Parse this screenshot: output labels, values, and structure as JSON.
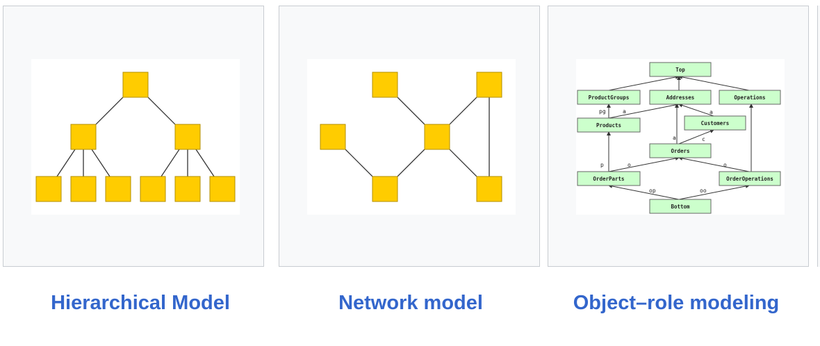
{
  "colors": {
    "node_fill": "#ffcc00",
    "orm_fill": "#ccffcc",
    "link": "#3366cc"
  },
  "panels": [
    {
      "caption": "Hierarchical Model"
    },
    {
      "caption": "Network model"
    },
    {
      "caption": "Object–role modeling"
    }
  ],
  "orm": {
    "nodes": {
      "top": "Top",
      "product_groups": "ProductGroups",
      "addresses": "Addresses",
      "operations": "Operations",
      "products": "Products",
      "customers": "Customers",
      "orders": "Orders",
      "order_parts": "OrderParts",
      "order_operations": "OrderOperations",
      "bottom": "Bottom"
    },
    "roles": {
      "pg": "pg",
      "a1": "a",
      "a2": "a",
      "a3": "a",
      "c": "c",
      "p": "p",
      "o1": "o",
      "o2": "o",
      "op": "op",
      "oo": "oo"
    }
  }
}
